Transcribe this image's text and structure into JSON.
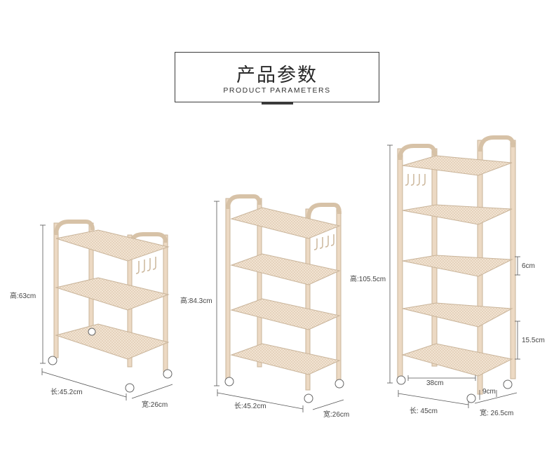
{
  "header": {
    "title_cn": "产品参数",
    "title_en": "PRODUCT PARAMETERS"
  },
  "products": [
    {
      "height": "高:63cm",
      "length": "长:45.2cm",
      "width": "宽:26cm"
    },
    {
      "height": "高:84.3cm",
      "length": "长:45.2cm",
      "width": "宽:26cm"
    },
    {
      "height": "高:105.5cm",
      "length": "长: 45cm",
      "width": "宽: 26.5cm",
      "gap_top": "6cm",
      "gap_bottom": "15.5cm",
      "inner_width": "38cm",
      "depth_gap": "9cm"
    }
  ],
  "colors": {
    "frame": "#ecd9c3",
    "frame_edge": "#c9b49a",
    "dim_line": "#555555"
  }
}
